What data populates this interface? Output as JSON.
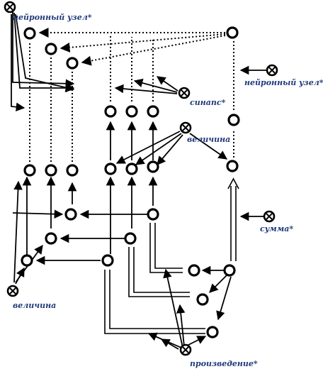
{
  "labels": {
    "neuron_node_top": "нейронный узел*",
    "neuron_node_right": "нейронный узел*",
    "synapse": "синапс*",
    "magnitude_mid": "величина",
    "sum": "сумма*",
    "magnitude_left": "величина",
    "product": "произведение*"
  },
  "colors": {
    "line": "#000000",
    "label": "#1f3a7a"
  },
  "icons": {
    "source_marker": "circled-x",
    "node": "circle"
  }
}
